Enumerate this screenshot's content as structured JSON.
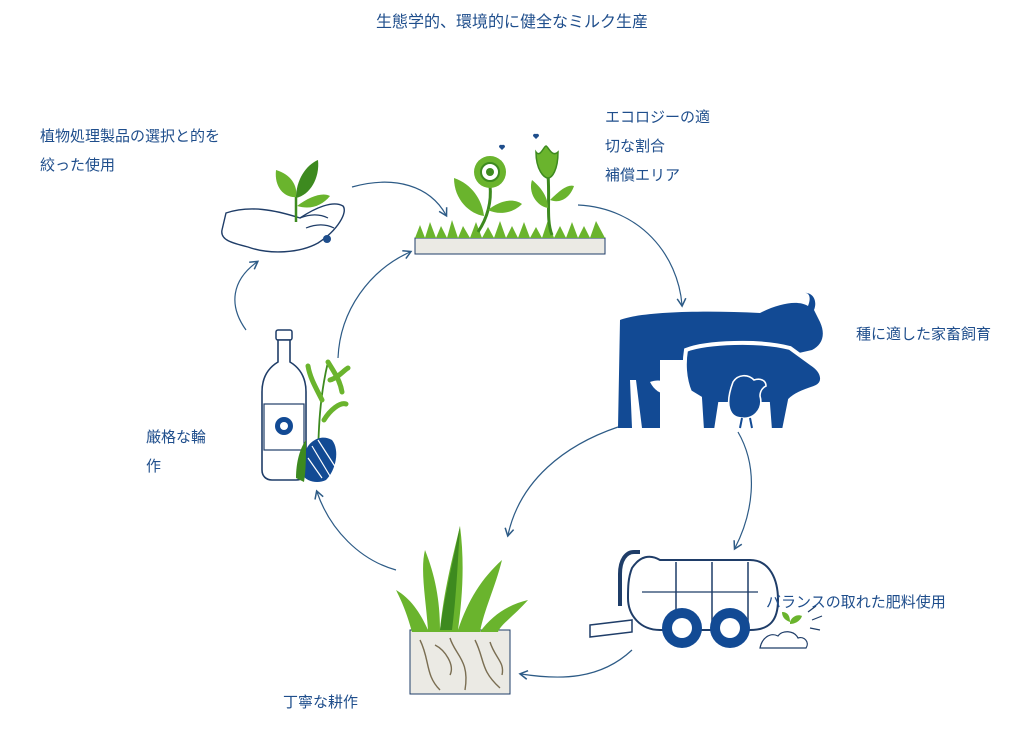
{
  "title": "生態学的、環境的に健全なミルク生産",
  "colors": {
    "navy": "#124a94",
    "green": "#6ab42d",
    "dark_green": "#3d8a1f",
    "arrow": "#2d5b86",
    "outline": "#1f3d68",
    "soil": "#ebeae4"
  },
  "stages": [
    {
      "id": "plant-protection",
      "icon": "hand-sprout-icon",
      "lines": [
        "植物処理製品の選択と的を",
        "絞った使用"
      ]
    },
    {
      "id": "ecological-area",
      "icon": "flowers-meadow-icon",
      "lines": [
        "エコロジーの適",
        "切な割合",
        "補償エリア"
      ]
    },
    {
      "id": "livestock",
      "icon": "livestock-icon",
      "lines": [
        "種に適した家畜飼育"
      ]
    },
    {
      "id": "fertilizer",
      "icon": "slurry-tanker-icon",
      "lines": [
        "バランスの取れた肥料使用"
      ]
    },
    {
      "id": "tillage",
      "icon": "grass-roots-icon",
      "lines": [
        "丁寧な耕作"
      ]
    },
    {
      "id": "crop-rotation",
      "icon": "bottle-grain-icon",
      "lines": [
        "厳格な輪",
        "作"
      ]
    }
  ]
}
